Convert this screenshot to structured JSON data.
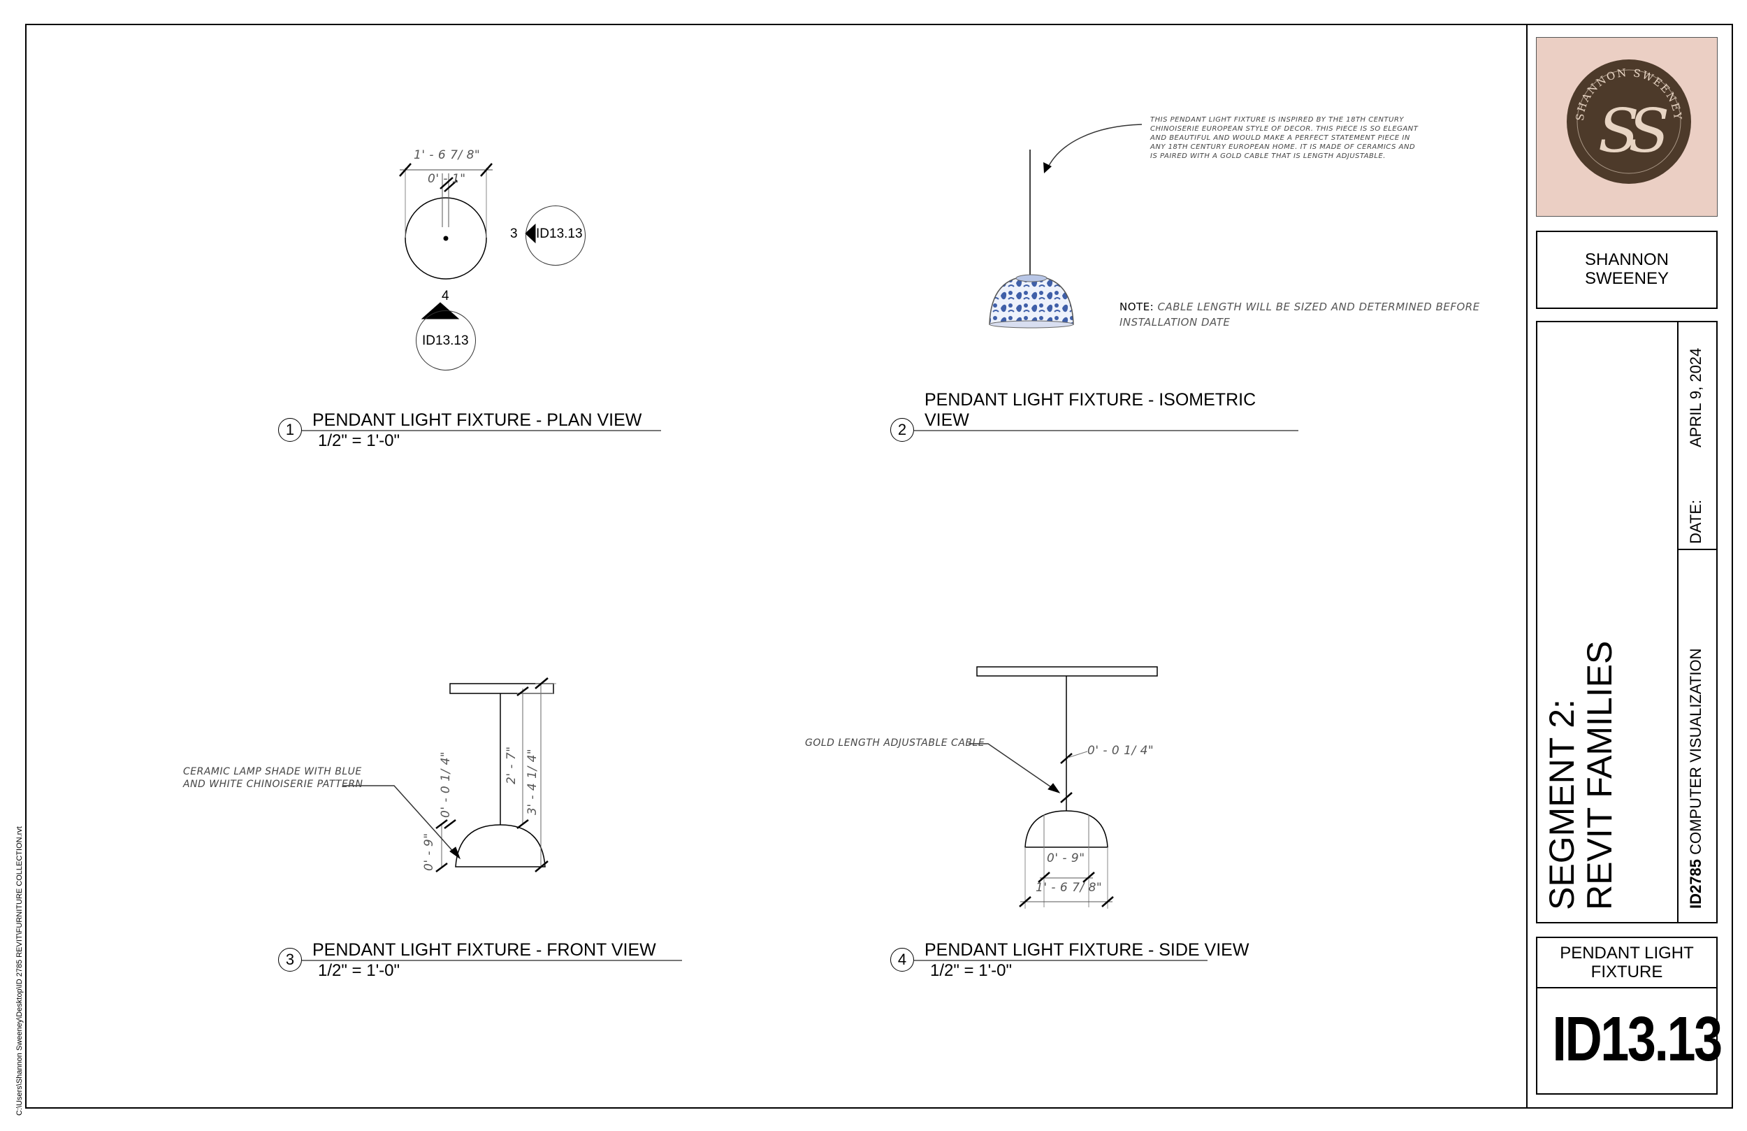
{
  "file_path": "C:\\Users\\Shannon Sweeney\\Desktop\\ID 2785 REVIT\\FURNITURE COLLECTION.rvt",
  "views": [
    {
      "number": "1",
      "title": "PENDANT LIGHT FIXTURE - PLAN VIEW",
      "scale": "1/2\" = 1'-0\""
    },
    {
      "number": "2",
      "title_line1": "PENDANT LIGHT FIXTURE - ISOMETRIC",
      "title_line2": "VIEW"
    },
    {
      "number": "3",
      "title": "PENDANT LIGHT FIXTURE - FRONT VIEW",
      "scale": "1/2\" = 1'-0\""
    },
    {
      "number": "4",
      "title": "PENDANT LIGHT FIXTURE - SIDE VIEW",
      "scale": "1/2\" = 1'-0\""
    }
  ],
  "plan_view": {
    "dim_overall": "1' - 6 7/ 8\"",
    "dim_cable": "0' - 1\"",
    "tag_right": {
      "number": "3",
      "sheet": "ID13.13"
    },
    "tag_bottom": {
      "number": "4",
      "sheet": "ID13.13"
    }
  },
  "isometric_view": {
    "description": [
      "THIS PENDANT LIGHT FIXTURE IS INSPIRED BY THE 18TH CENTURY",
      "CHINOISERIE EUROPEAN STYLE OF DECOR. THIS PIECE IS SO ELEGANT",
      "AND BEAUTIFUL AND WOULD MAKE A PERFECT STATEMENT PIECE IN",
      "ANY 18TH CENTURY EUROPEAN HOME. IT IS MADE OF CERAMICS AND",
      "IS PAIRED WITH A GOLD CABLE THAT IS LENGTH ADJUSTABLE."
    ],
    "note_label": "NOTE:",
    "note_line1": "CABLE LENGTH WILL BE SIZED AND DETERMINED BEFORE",
    "note_line2": "INSTALLATION DATE"
  },
  "front_view": {
    "callout_line1": "CERAMIC LAMP SHADE WITH BLUE",
    "callout_line2": "AND WHITE CHINOISERIE PATTERN",
    "dim_cable_dia": "0' - 0 1/ 4\"",
    "dim_shade_h": "0' - 9\"",
    "dim_drop": "2' - 7\"",
    "dim_total": "3' - 4 1/ 4\""
  },
  "side_view": {
    "callout": "GOLD LENGTH ADJUSTABLE CABLE",
    "dim_cable_dia": "0' - 0 1/ 4\"",
    "dim_inner": "0' - 9\"",
    "dim_overall": "1' - 6 7/ 8\""
  },
  "title_block": {
    "logo_text": "SHANNON SWEENEY",
    "logo_initials": "SS",
    "designer_line1": "SHANNON",
    "designer_line2": "SWEENEY",
    "date_label": "DATE:",
    "date_value": "APRIL 9, 2024",
    "segment_line1": "SEGMENT 2:",
    "segment_line2": "REVIT FAMILIES",
    "course_code": "ID2785",
    "course_name": " COMPUTER VISUALIZATION",
    "sheet_title_line1": "PENDANT LIGHT",
    "sheet_title_line2": "FIXTURE",
    "sheet_number": "ID13.13"
  },
  "colors": {
    "logo_bg": "#ebcfc4",
    "logo_circle": "#4d3a2a",
    "shade_blue": "#3f5fa8"
  }
}
